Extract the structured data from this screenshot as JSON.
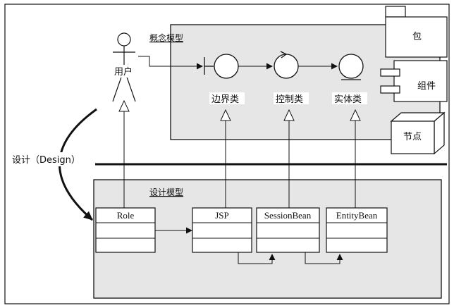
{
  "concept_model": {
    "title": "概念模型",
    "actor_label": "用户",
    "boundary_label": "边界类",
    "control_label": "控制类",
    "entity_label": "实体类"
  },
  "legend": {
    "package_label": "包",
    "component_label": "组件",
    "node_label": "节点"
  },
  "transition": {
    "label": "设计（Design）"
  },
  "design_model": {
    "title": "设计模型",
    "classes": [
      "Role",
      "JSP",
      "SessionBean",
      "EntityBean"
    ]
  },
  "colors": {
    "panel_fill": "#e6e6e6",
    "line": "#111111",
    "background": "#ffffff"
  }
}
